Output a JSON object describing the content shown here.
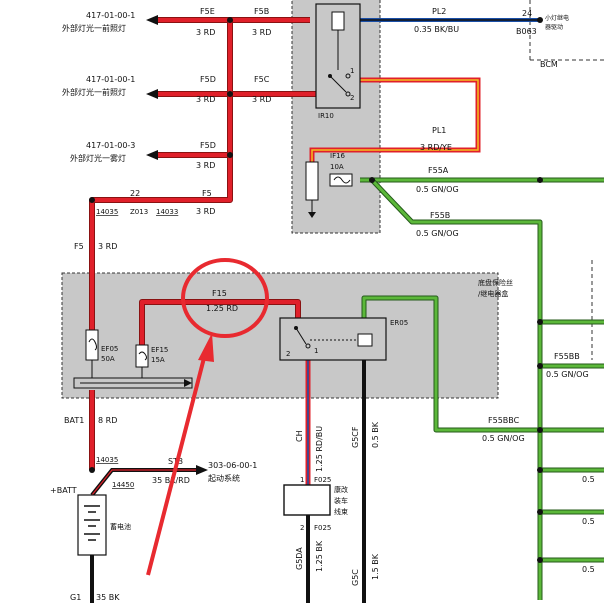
{
  "wires": {
    "f5e": {
      "name": "F5E",
      "spec": "3 RD"
    },
    "f5b": {
      "name": "F5B",
      "spec": "3 RD"
    },
    "f5d_top": {
      "name": "F5D",
      "spec": "3 RD"
    },
    "f5c": {
      "name": "F5C",
      "spec": "3 RD"
    },
    "f5d_mid": {
      "name": "F5D",
      "spec": "3 RD"
    },
    "f5": {
      "name": "F5",
      "spec": "3 RD"
    },
    "f5_left": {
      "label": "F5",
      "spec": "3 RD"
    },
    "pl2": {
      "name": "PL2",
      "spec": "0.35 BK/BU"
    },
    "pl1": {
      "name": "PL1",
      "spec": "3 RD/YE"
    },
    "f55a": {
      "name": "F55A",
      "spec": "0.5 GN/OG"
    },
    "f55b": {
      "name": "F55B",
      "spec": "0.5 GN/OG"
    },
    "f55bb": {
      "name": "F55BB",
      "spec": "0.5 GN/OG"
    },
    "f55bbc": {
      "name": "F55BBC",
      "spec": "0.5 GN/OG"
    },
    "f15": {
      "name": "F15",
      "spec": "1.25 RD"
    },
    "bat1": {
      "name": "BAT1",
      "spec": "8 RD"
    },
    "st3": {
      "name": "ST3",
      "spec": "35 BK/RD"
    },
    "ch": {
      "name": "CH",
      "spec": "1.25 RD/BU"
    },
    "g5cf": {
      "name": "G5CF",
      "spec": "0.5 BK"
    },
    "g5da": {
      "name": "G5DA",
      "spec": "1.25 BK"
    },
    "g5c": {
      "name": "G5C",
      "spec": "1.5 BK"
    },
    "g1": {
      "name": "G1",
      "spec": "35 BK"
    },
    "right_a": {
      "spec": "0.5"
    },
    "right_b": {
      "spec": "0.5"
    },
    "right_c": {
      "spec": "0.5"
    }
  },
  "targets": {
    "t1": {
      "code": "417-01-00-1",
      "desc": "外部灯光一前照灯"
    },
    "t2": {
      "code": "417-01-00-1",
      "desc": "外部灯光一前照灯"
    },
    "t3": {
      "code": "417-01-00-3",
      "desc": "外部灯光一雾灯"
    },
    "start": {
      "code": "303-06-00-1",
      "desc": "起动系统"
    }
  },
  "splices": {
    "s22": "22",
    "s14035": "14035",
    "z013": "Z013",
    "s14033": "14033",
    "s14035b": "14035",
    "s14450": "14450"
  },
  "bcm": {
    "pin": "24",
    "conn": "B063",
    "name": "BCM",
    "func_line1": "小灯继电",
    "func_line2": "器驱动"
  },
  "ir10": {
    "name": "IR10",
    "pin1": "1",
    "pin2": "2"
  },
  "if16": {
    "name": "IF16",
    "rating": "10A"
  },
  "chassis_box": {
    "line1": "底盘保险丝",
    "line2": "/继电器盒"
  },
  "ef05": {
    "name": "EF05",
    "rating": "50A"
  },
  "ef15": {
    "name": "EF15",
    "rating": "15A"
  },
  "er05": {
    "name": "ER05",
    "pin1": "1",
    "pin2": "2"
  },
  "battery": {
    "label": "+BATT",
    "name": "蓄电池"
  },
  "f025": {
    "conn": "F025",
    "pin_top": "1",
    "pin_bottom": "2",
    "conn_bottom": "F025",
    "line1": "康改",
    "line2": "装车",
    "line3": "线束"
  }
}
